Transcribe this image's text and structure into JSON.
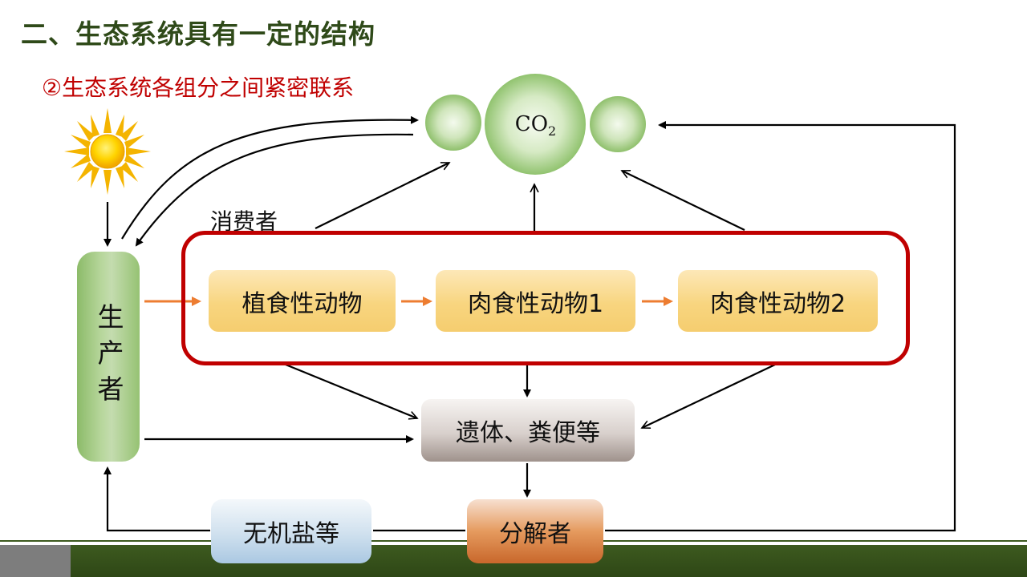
{
  "header": {
    "title": "二、生态系统具有一定的结构",
    "subtitle": "②生态系统各组分之间紧密联系"
  },
  "diagram": {
    "co2": {
      "main": "CO",
      "sub": "2"
    },
    "producer": "生产者",
    "consumer_group_label": "消费者",
    "consumers": [
      "植食性动物",
      "肉食性动物1",
      "肉食性动物2"
    ],
    "remains": "遗体、粪便等",
    "decomposer": "分解者",
    "minerals": "无机盐等"
  },
  "colors": {
    "title": "#2f4a19",
    "subtitle": "#c00000",
    "consumer_frame": "#c00000",
    "food_chain_arrow": "#ed7d31",
    "flow_arrow": "#000000",
    "sun": "#f4c400",
    "co2_circle": "#9fce7f"
  }
}
